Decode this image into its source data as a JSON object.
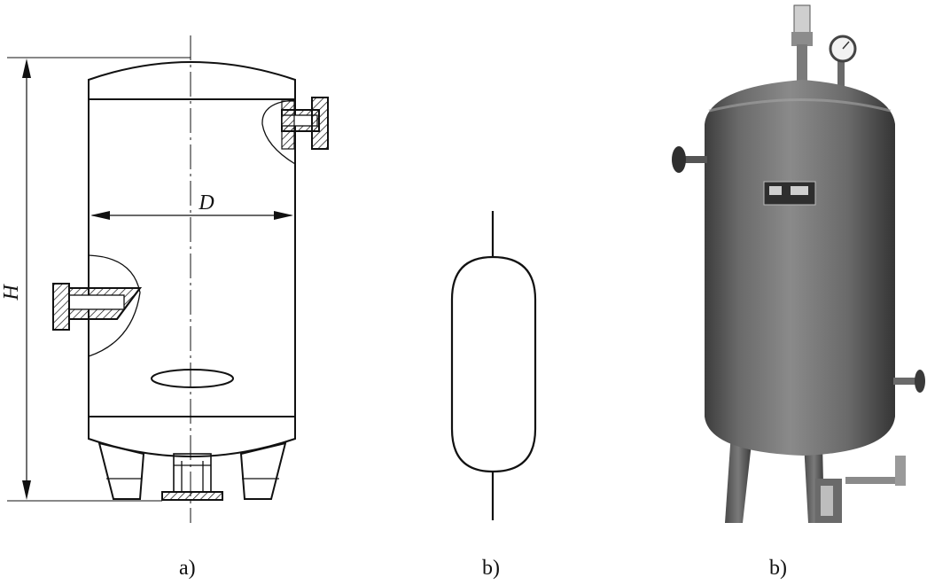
{
  "panels": [
    {
      "caption": "a)",
      "labels": {
        "height": "H",
        "diameter": "D"
      }
    },
    {
      "caption": "b)"
    },
    {
      "caption": "b)"
    }
  ],
  "colors": {
    "line": "#111111",
    "tank_body": "#6e6e6e",
    "tank_dark": "#3a3a3a",
    "tank_light": "#9a9a9a",
    "background": "#ffffff"
  }
}
